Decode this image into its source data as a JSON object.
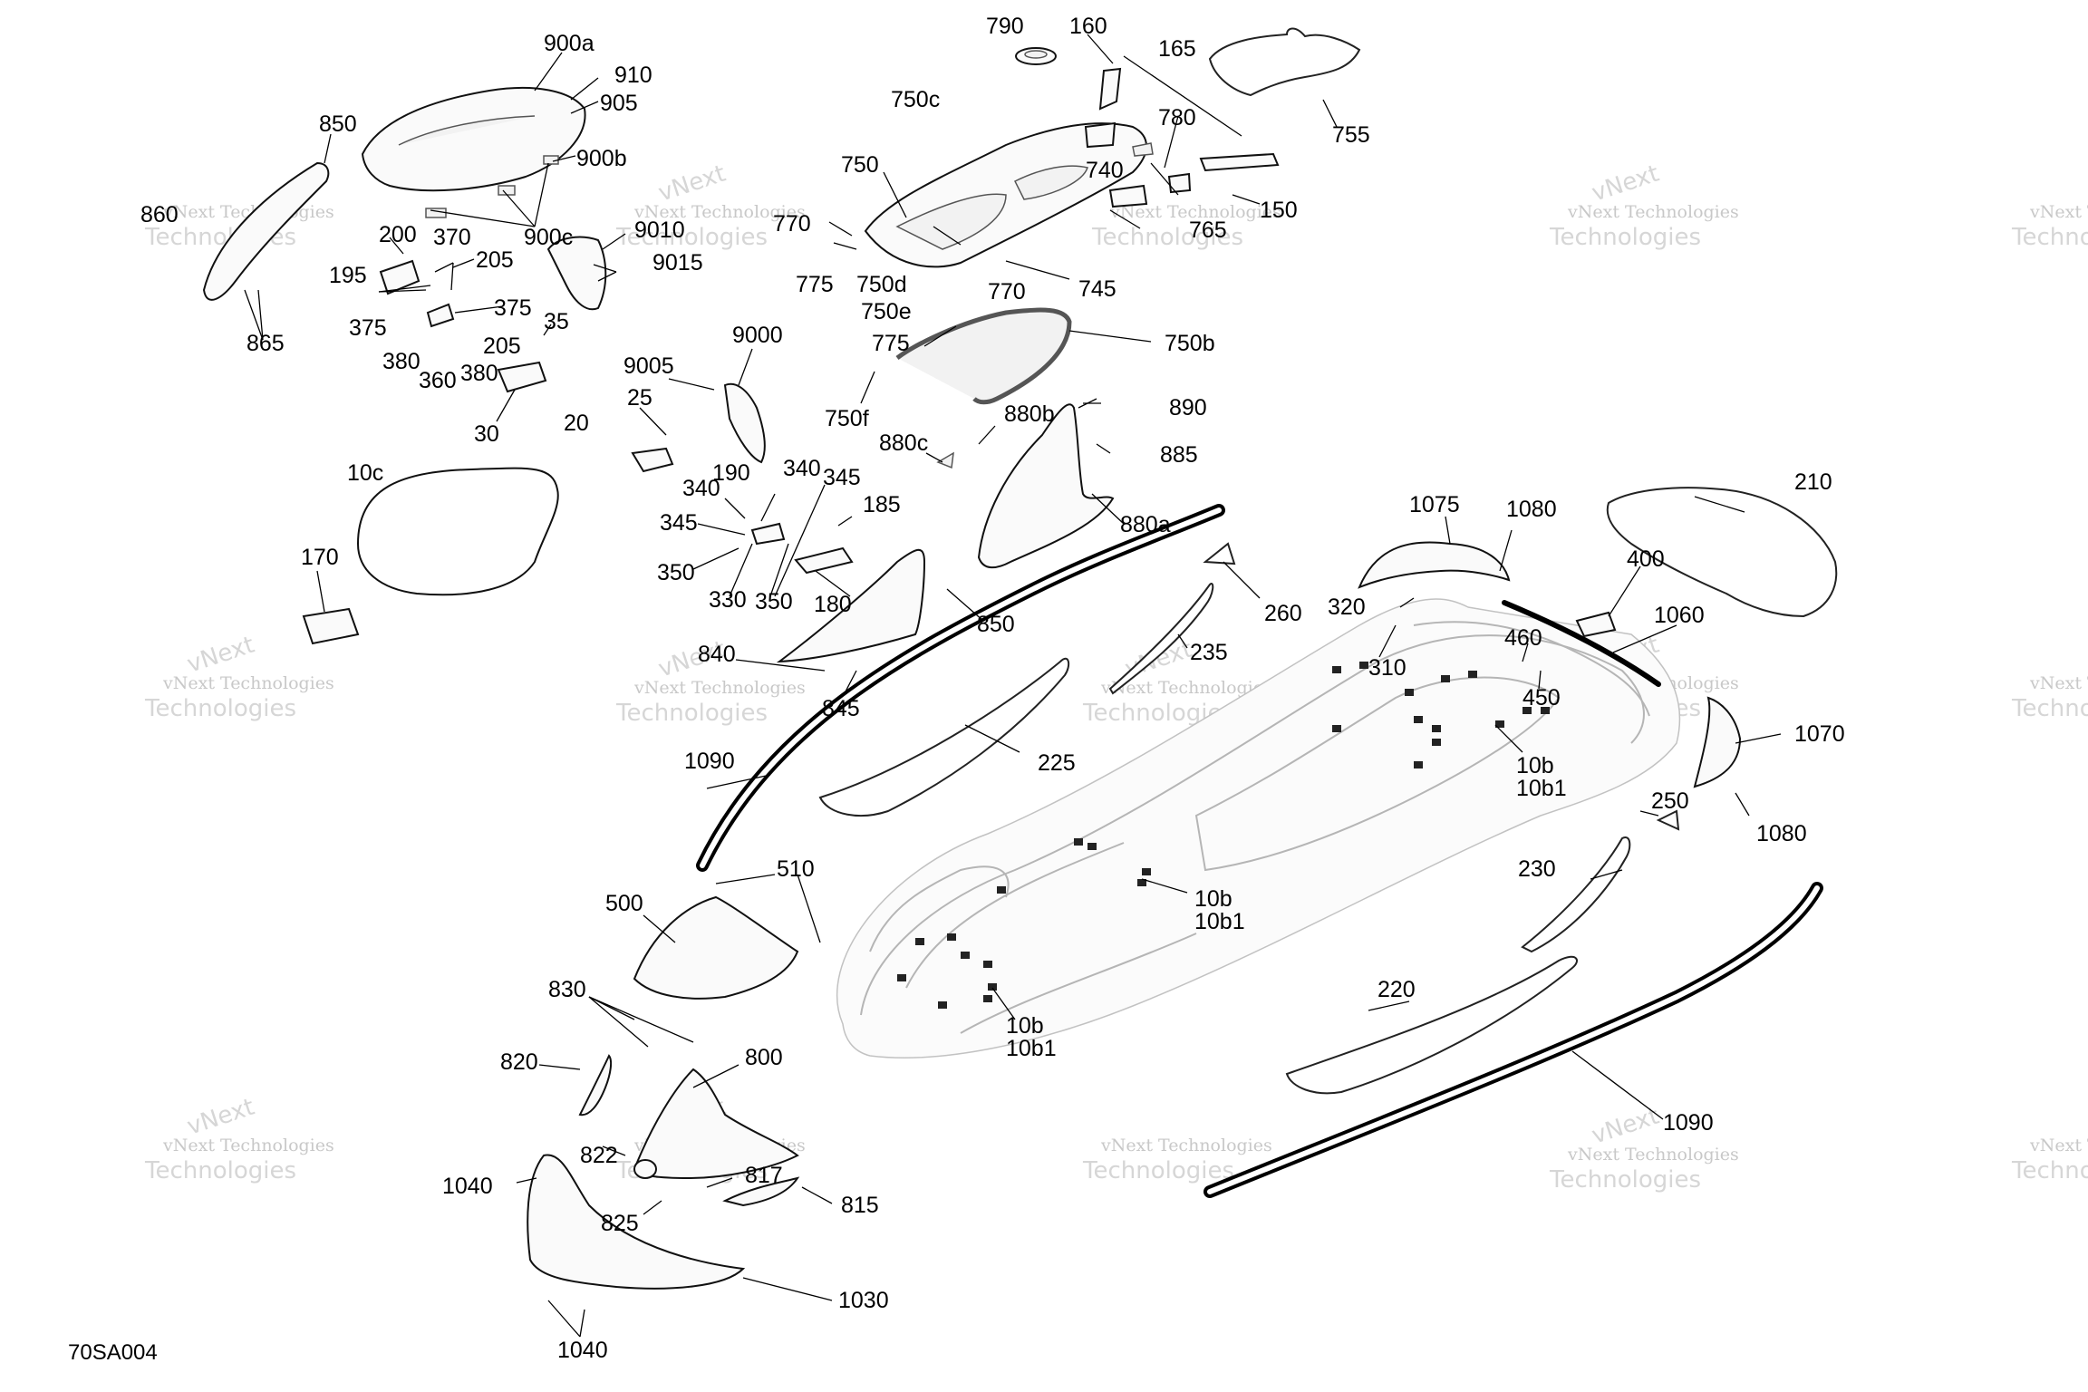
{
  "figure_id": "70SA004",
  "watermark": {
    "line1": "vNext Technologies",
    "line2": "Technologies",
    "corner": "vNext"
  },
  "callouts": [
    {
      "id": "c-790",
      "text": "790"
    },
    {
      "id": "c-160",
      "text": "160"
    },
    {
      "id": "c-165",
      "text": "165"
    },
    {
      "id": "c-755",
      "text": "755"
    },
    {
      "id": "c-900a",
      "text": "900a"
    },
    {
      "id": "c-910",
      "text": "910"
    },
    {
      "id": "c-905",
      "text": "905"
    },
    {
      "id": "c-850a",
      "text": "850"
    },
    {
      "id": "c-900b",
      "text": "900b"
    },
    {
      "id": "c-860",
      "text": "860"
    },
    {
      "id": "c-900c",
      "text": "900c"
    },
    {
      "id": "c-750c",
      "text": "750c"
    },
    {
      "id": "c-780",
      "text": "780"
    },
    {
      "id": "c-750",
      "text": "750"
    },
    {
      "id": "c-740",
      "text": "740"
    },
    {
      "id": "c-150",
      "text": "150"
    },
    {
      "id": "c-770a",
      "text": "770"
    },
    {
      "id": "c-9010",
      "text": "9010"
    },
    {
      "id": "c-765",
      "text": "765"
    },
    {
      "id": "c-200",
      "text": "200"
    },
    {
      "id": "c-370",
      "text": "370"
    },
    {
      "id": "c-205a",
      "text": "205"
    },
    {
      "id": "c-195",
      "text": "195"
    },
    {
      "id": "c-9015",
      "text": "9015"
    },
    {
      "id": "c-775a",
      "text": "775"
    },
    {
      "id": "c-750d",
      "text": "750d"
    },
    {
      "id": "c-770b",
      "text": "770"
    },
    {
      "id": "c-745",
      "text": "745"
    },
    {
      "id": "c-375a",
      "text": "375"
    },
    {
      "id": "c-375b",
      "text": "375"
    },
    {
      "id": "c-750e",
      "text": "750e"
    },
    {
      "id": "c-865",
      "text": "865"
    },
    {
      "id": "c-205b",
      "text": "205"
    },
    {
      "id": "c-35",
      "text": "35"
    },
    {
      "id": "c-775b",
      "text": "775"
    },
    {
      "id": "c-750b",
      "text": "750b"
    },
    {
      "id": "c-380a",
      "text": "380"
    },
    {
      "id": "c-380b",
      "text": "380"
    },
    {
      "id": "c-360",
      "text": "360"
    },
    {
      "id": "c-9000",
      "text": "9000"
    },
    {
      "id": "c-9005",
      "text": "9005"
    },
    {
      "id": "c-25",
      "text": "25"
    },
    {
      "id": "c-30",
      "text": "30"
    },
    {
      "id": "c-890",
      "text": "890"
    },
    {
      "id": "c-880b",
      "text": "880b"
    },
    {
      "id": "c-750f",
      "text": "750f"
    },
    {
      "id": "c-20",
      "text": "20"
    },
    {
      "id": "c-880c",
      "text": "880c"
    },
    {
      "id": "c-885",
      "text": "885"
    },
    {
      "id": "c-10c",
      "text": "10c"
    },
    {
      "id": "c-190",
      "text": "190"
    },
    {
      "id": "c-340a",
      "text": "340"
    },
    {
      "id": "c-345a",
      "text": "345"
    },
    {
      "id": "c-340b",
      "text": "340"
    },
    {
      "id": "c-210",
      "text": "210"
    },
    {
      "id": "c-185",
      "text": "185"
    },
    {
      "id": "c-1075",
      "text": "1075"
    },
    {
      "id": "c-1080a",
      "text": "1080"
    },
    {
      "id": "c-345b",
      "text": "345"
    },
    {
      "id": "c-880a",
      "text": "880a"
    },
    {
      "id": "c-170",
      "text": "170"
    },
    {
      "id": "c-350a",
      "text": "350"
    },
    {
      "id": "c-400",
      "text": "400"
    },
    {
      "id": "c-330",
      "text": "330"
    },
    {
      "id": "c-350b",
      "text": "350"
    },
    {
      "id": "c-180",
      "text": "180"
    },
    {
      "id": "c-320",
      "text": "320"
    },
    {
      "id": "c-260",
      "text": "260"
    },
    {
      "id": "c-1060",
      "text": "1060"
    },
    {
      "id": "c-850b",
      "text": "850"
    },
    {
      "id": "c-460",
      "text": "460"
    },
    {
      "id": "c-235",
      "text": "235"
    },
    {
      "id": "c-840",
      "text": "840"
    },
    {
      "id": "c-310",
      "text": "310"
    },
    {
      "id": "c-450",
      "text": "450"
    },
    {
      "id": "c-845",
      "text": "845"
    },
    {
      "id": "c-1070",
      "text": "1070"
    },
    {
      "id": "c-1090a",
      "text": "1090"
    },
    {
      "id": "c-225",
      "text": "225"
    },
    {
      "id": "c-10b-a",
      "text": "10b"
    },
    {
      "id": "c-10b1-a",
      "text": "10b1"
    },
    {
      "id": "c-250",
      "text": "250"
    },
    {
      "id": "c-1080b",
      "text": "1080"
    },
    {
      "id": "c-510",
      "text": "510"
    },
    {
      "id": "c-230",
      "text": "230"
    },
    {
      "id": "c-500",
      "text": "500"
    },
    {
      "id": "c-10b-b",
      "text": "10b"
    },
    {
      "id": "c-10b1-b",
      "text": "10b1"
    },
    {
      "id": "c-830",
      "text": "830"
    },
    {
      "id": "c-220",
      "text": "220"
    },
    {
      "id": "c-10b-c",
      "text": "10b"
    },
    {
      "id": "c-10b1-c",
      "text": "10b1"
    },
    {
      "id": "c-820",
      "text": "820"
    },
    {
      "id": "c-800",
      "text": "800"
    },
    {
      "id": "c-1090b",
      "text": "1090"
    },
    {
      "id": "c-822",
      "text": "822"
    },
    {
      "id": "c-1040a",
      "text": "1040"
    },
    {
      "id": "c-817",
      "text": "817"
    },
    {
      "id": "c-815",
      "text": "815"
    },
    {
      "id": "c-825",
      "text": "825"
    },
    {
      "id": "c-1030",
      "text": "1030"
    },
    {
      "id": "c-1040b",
      "text": "1040"
    }
  ]
}
